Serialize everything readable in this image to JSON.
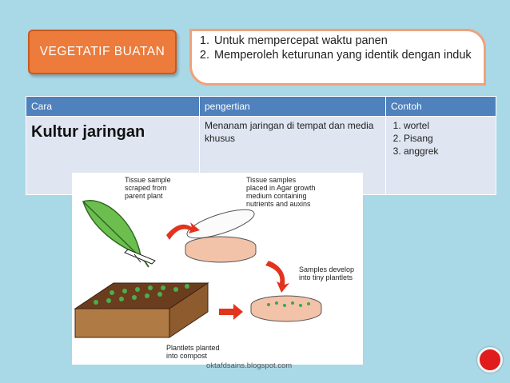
{
  "badge": {
    "label": "VEGETATIF BUATAN"
  },
  "goals": [
    "Untuk mempercepat waktu panen",
    "Memperoleh keturunan yang identik dengan induk"
  ],
  "table": {
    "headers": [
      "Cara",
      "pengertian",
      "Contoh"
    ],
    "row": {
      "cara": "Kultur jaringan",
      "pengertian": "Menanam jaringan di tempat dan media khusus",
      "contoh": [
        "wortel",
        "Pisang",
        "anggrek"
      ]
    }
  },
  "figure": {
    "label_tissue_sample": [
      "Tissue sample",
      "scraped from",
      "parent plant"
    ],
    "label_tissue_samples": [
      "Tissue samples",
      "placed in Agar growth",
      "medium containing",
      "nutrients and auxins"
    ],
    "label_samples_develop": [
      "Samples develop",
      "into tiny plantlets"
    ],
    "label_plantlets": [
      "Plantlets planted",
      "into compost"
    ],
    "colors": {
      "leaf": "#6cbf4e",
      "dish": "#f3c3a9",
      "arrow": "#e2341d",
      "soil": "#6b3d1f",
      "box": "#b07a45"
    }
  },
  "footer": {
    "source": "oktafdsains.blogspot.com"
  }
}
